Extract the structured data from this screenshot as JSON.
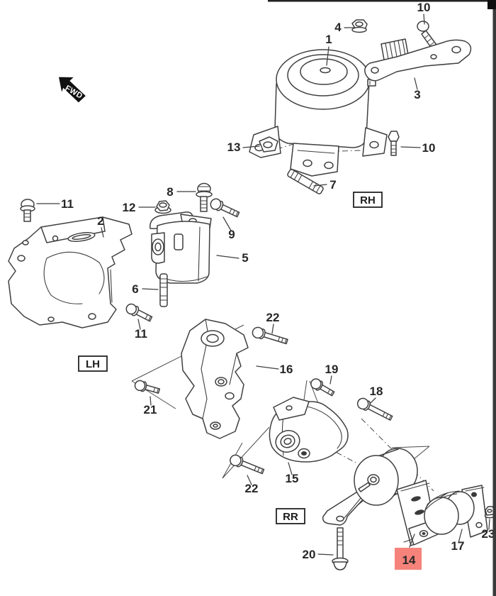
{
  "diagram": {
    "fwd_label": "FWD",
    "section_labels": [
      {
        "text": "RH"
      },
      {
        "text": "LH"
      },
      {
        "text": "RR"
      }
    ],
    "callouts": [
      {
        "text": "10"
      },
      {
        "text": "4"
      },
      {
        "text": "1"
      },
      {
        "text": "3"
      },
      {
        "text": "13"
      },
      {
        "text": "7"
      },
      {
        "text": "10"
      },
      {
        "text": "11"
      },
      {
        "text": "8"
      },
      {
        "text": "12"
      },
      {
        "text": "2"
      },
      {
        "text": "9"
      },
      {
        "text": "5"
      },
      {
        "text": "6"
      },
      {
        "text": "11"
      },
      {
        "text": "22"
      },
      {
        "text": "16"
      },
      {
        "text": "19"
      },
      {
        "text": "18"
      },
      {
        "text": "21"
      },
      {
        "text": "15"
      },
      {
        "text": "22"
      },
      {
        "text": "20"
      },
      {
        "text": "14",
        "highlighted": true
      },
      {
        "text": "17"
      },
      {
        "text": "23"
      }
    ],
    "highlight": {
      "background": "#f5837b",
      "text_color": "#a33a3a"
    },
    "colors": {
      "line": "#3f3f3f",
      "label": "#262626",
      "fwd_arrow": "#111111"
    }
  }
}
